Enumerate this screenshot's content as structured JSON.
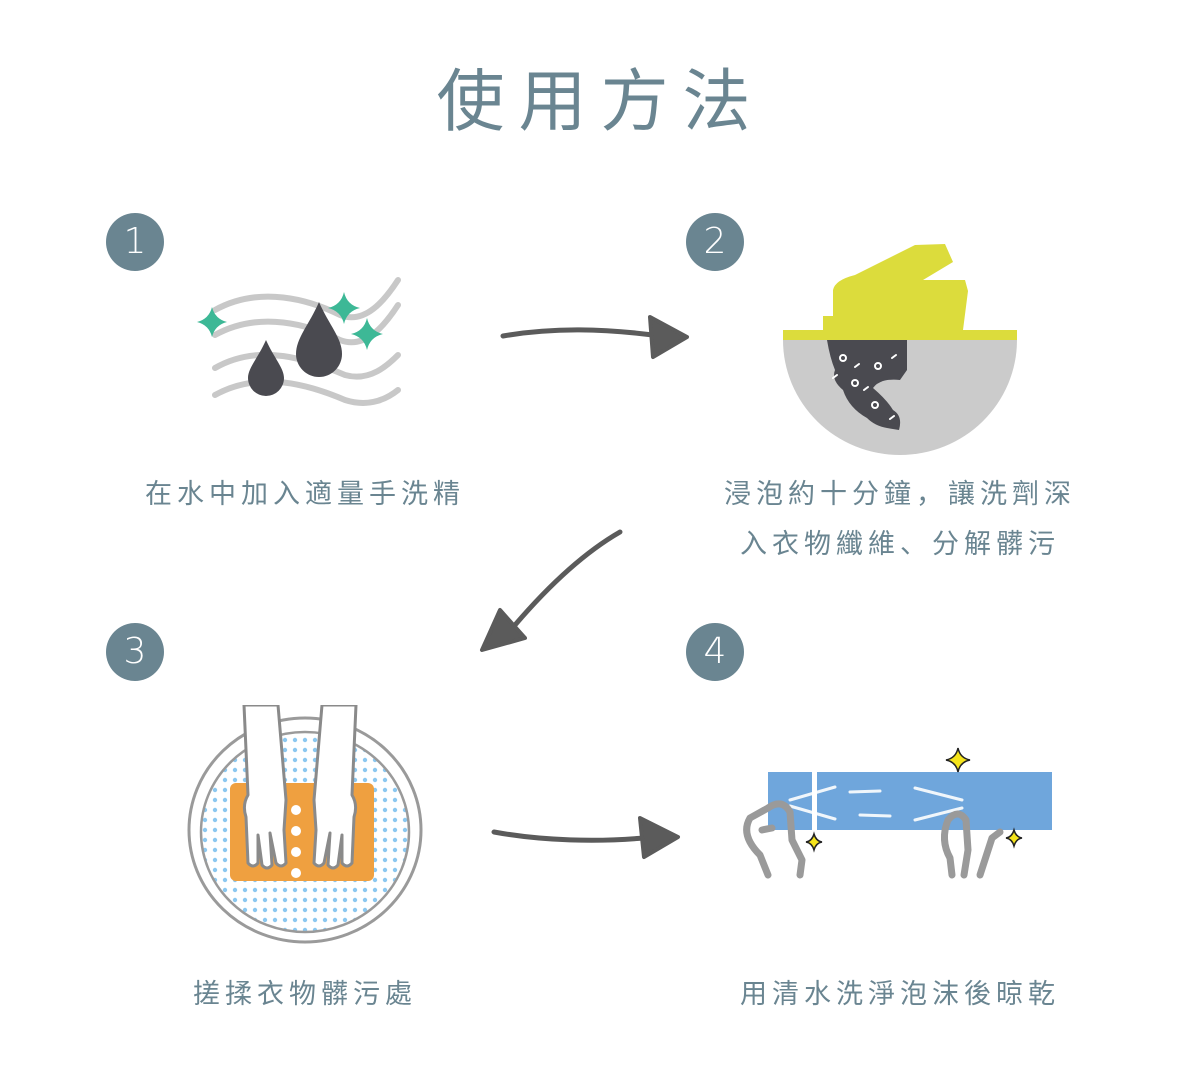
{
  "title": "使用方法",
  "colors": {
    "text": "#6a8591",
    "badge": "#6a8591",
    "arrow": "#5b5b5b",
    "sparkle_green": "#3db896",
    "drop": "#4a4a50",
    "wave": "#c8c8c8",
    "bowl_yellow": "#dcdc3c",
    "bowl_gray": "#cbcbcb",
    "stain": "#4a4a50",
    "soap_orange": "#efa040",
    "dot_blue": "#8cc8f0",
    "towel_blue": "#6fa6dc",
    "sparkle_yellow": "#f5e41c",
    "hand_gray": "#9a9a9a"
  },
  "steps": [
    {
      "number": "1",
      "illustration": "water-drops-sparkles-icon",
      "caption_lines": [
        "在水中加入適量手洗精"
      ]
    },
    {
      "number": "2",
      "illustration": "soaking-stain-bowl-icon",
      "caption_lines": [
        "浸泡約十分鐘，讓洗劑深",
        "入衣物纖維、分解髒污"
      ]
    },
    {
      "number": "3",
      "illustration": "hands-scrubbing-soap-icon",
      "caption_lines": [
        "搓揉衣物髒污處"
      ]
    },
    {
      "number": "4",
      "illustration": "hands-holding-clean-towel-icon",
      "caption_lines": [
        "用清水洗淨泡沫後晾乾"
      ]
    }
  ]
}
